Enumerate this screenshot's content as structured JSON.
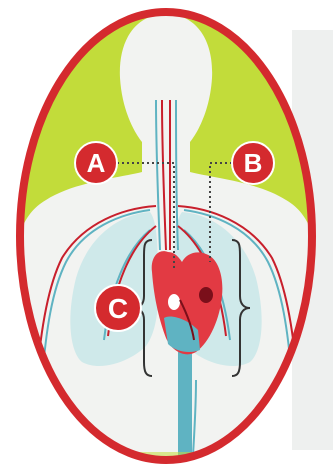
{
  "colors": {
    "ring": "#d42a2e",
    "background_green": "#c2dc3a",
    "body_silhouette": "#f2f3f1",
    "lungs": "#cfe9ea",
    "artery": "#c81f2c",
    "vein": "#5fb3c2",
    "heart": "#e23a43",
    "label_badge": "#d42a2e",
    "label_text": "#ffffff",
    "dotted_line": "#444444",
    "bracket": "#333333"
  },
  "labels": {
    "a": "A",
    "b": "B",
    "c": "C"
  },
  "icons": {
    "label_a": "circle-badge",
    "label_b": "circle-badge",
    "label_c": "circle-badge"
  }
}
